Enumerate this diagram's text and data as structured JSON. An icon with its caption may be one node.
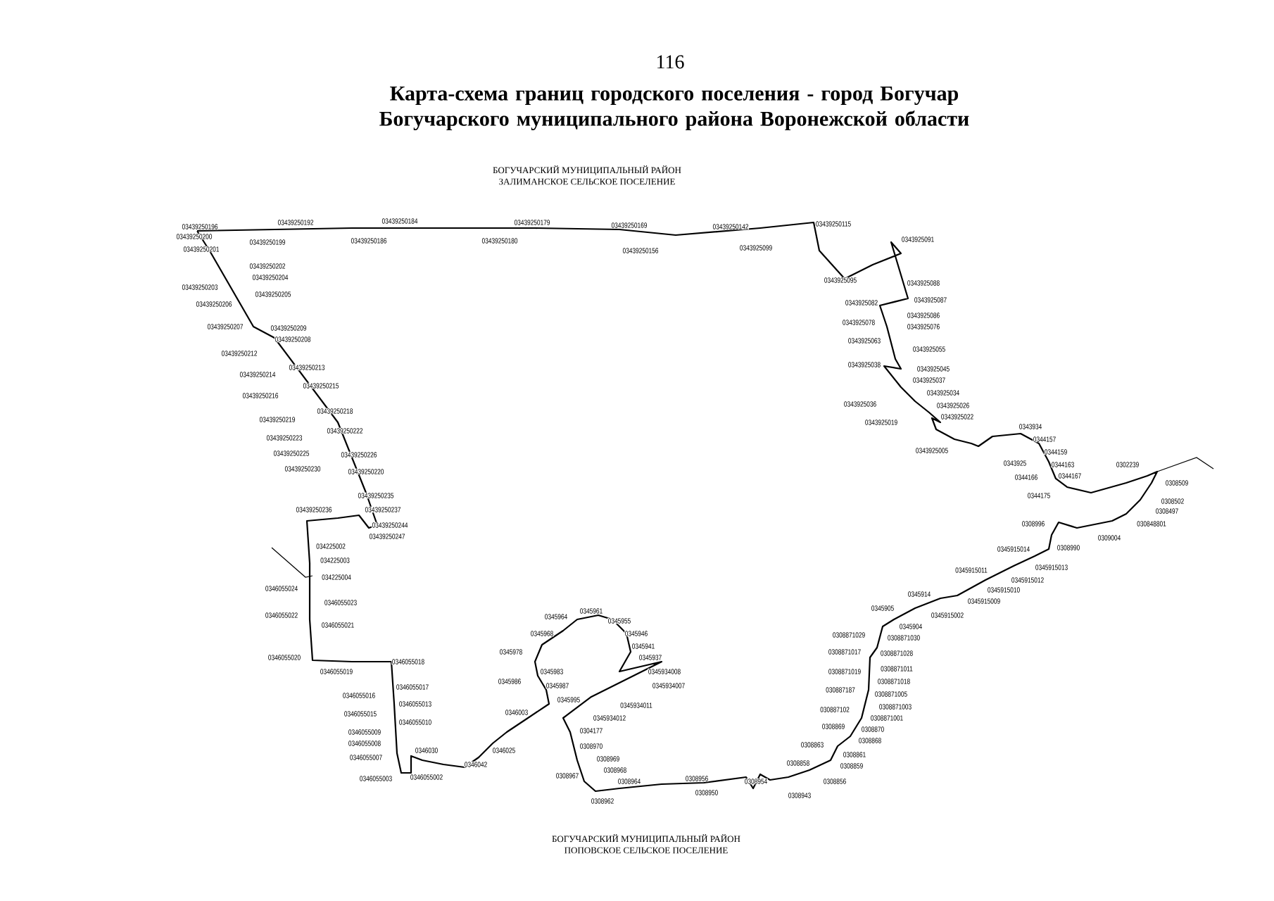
{
  "diagram": {
    "title": "Карта-схема границ городского поселения - город Богучар Богучарского муниципального района Воронежской области",
    "labels": [
      "116",
      "БОГУЧАРСКИЙ МУНИЦИПАЛЬНЫЙ РАЙОН",
      "ЗАЛИМАНСКОЕ СЕЛЬСКОЕ ПОСЕЛЕНИЕ",
      "03439250196",
      "03439250192",
      "03439250184",
      "03439250179",
      "03439250169",
      "03439250142",
      "03439250115",
      "03439250200",
      "03439250199",
      "03439250186",
      "03439250180",
      "03439250156",
      "0343925099",
      "03439250201",
      "0343925091",
      "03439250202",
      "03439250204",
      "0343925095",
      "0343925088",
      "03439250203",
      "03439250205",
      "0343925087",
      "0343925082",
      "03439250206",
      "0343925086",
      "0343925078",
      "0343925076",
      "03439250207",
      "03439250209",
      "03439250208",
      "0343925063",
      "0343925055",
      "03439250212",
      "0343925038",
      "03439250213",
      "0343925045",
      "03439250214",
      "0343925037",
      "03439250215",
      "0343925034",
      "03439250216",
      "0343925036",
      "0343925026",
      "03439250218",
      "0343925022",
      "03439250219",
      "0343925019",
      "03439250222",
      "0343925005",
      "0343934",
      "03439250223",
      "0344157",
      "03439250225",
      "03439250226",
      "0344159",
      "0343925",
      "0344163",
      "03439250230",
      "03439250220",
      "0302239",
      "0344166",
      "0344167",
      "0308509",
      "0344175",
      "03439250235",
      "0308502",
      "03439250236",
      "03439250237",
      "0308497",
      "030848801",
      "0308996",
      "03439250244",
      "0309004",
      "03439250247",
      "0308990",
      "034225002",
      "0345915014",
      "034225003",
      "0345915011",
      "0345915013",
      "034225004",
      "0345915012",
      "0346055024",
      "0345915010",
      "0345914",
      "0345915009",
      "0346055023",
      "0345905",
      "0345964",
      "0345961",
      "0345915002",
      "0346055022",
      "0345955",
      "0346055021",
      "0345904",
      "0345968",
      "0345946",
      "0308871029",
      "0308871030",
      "0345941",
      "0345978",
      "0308871017",
      "0308871028",
      "0346055020",
      "0345937",
      "0346055018",
      "0308871011",
      "0345934008",
      "0345983",
      "0346055019",
      "0308871019",
      "0345986",
      "0308871018",
      "0345934007",
      "0345987",
      "0346055017",
      "030887187",
      "0308871005",
      "0346055016",
      "0345995",
      "0346055013",
      "0345934011",
      "0308871003",
      "030887102",
      "0346003",
      "0346055015",
      "0345934012",
      "0308871001",
      "0346055010",
      "0308869",
      "0308870",
      "0304177",
      "0346055009",
      "0308868",
      "0346055008",
      "0308863",
      "0308970",
      "0346025",
      "0346030",
      "0308861",
      "0346055007",
      "0308969",
      "0346042",
      "0308858",
      "0308859",
      "0308968",
      "0308967",
      "0346055002",
      "0346055003",
      "0308956",
      "0308964",
      "0308954",
      "0308856",
      "0308950",
      "0308943",
      "0308962",
      "БОГУЧАРСКИЙ МУНИЦИПАЛЬНЫЙ РАЙОН",
      "ПОПОВСКОЕ СЕЛЬСКОЕ ПОСЕЛЕНИЕ"
    ]
  }
}
